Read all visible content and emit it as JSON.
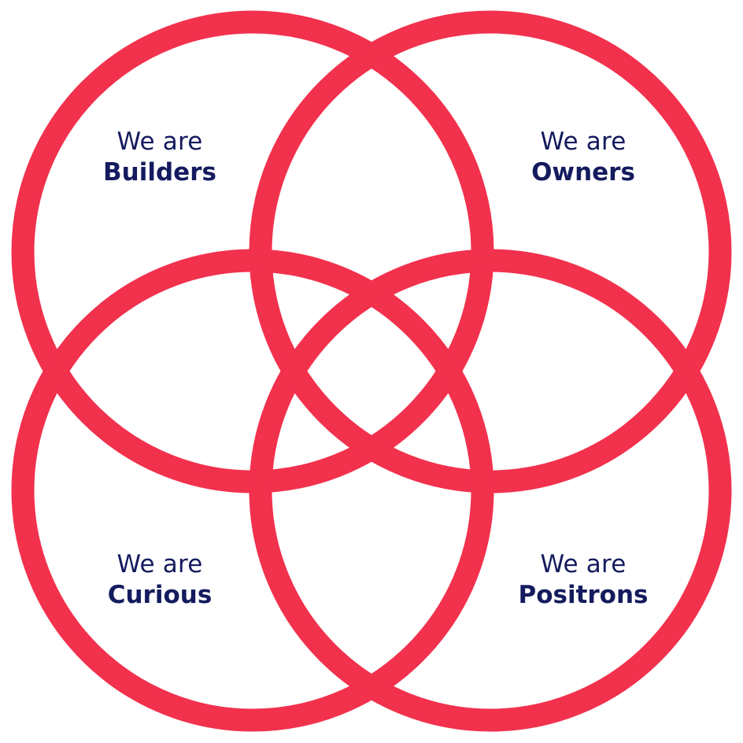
{
  "colors": {
    "ring": "#f2314d",
    "text": "#141b5e",
    "background": "#ffffff"
  },
  "circles": [
    {
      "id": "builders",
      "prefix": "We are",
      "name": "Builders"
    },
    {
      "id": "owners",
      "prefix": "We are",
      "name": "Owners"
    },
    {
      "id": "curious",
      "prefix": "We are",
      "name": "Curious"
    },
    {
      "id": "positrons",
      "prefix": "We are",
      "name": "Positrons"
    }
  ]
}
